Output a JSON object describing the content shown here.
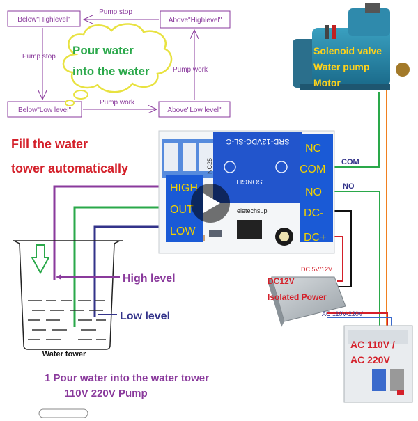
{
  "flow": {
    "below_high": "Below\"Highlevel\"",
    "above_high": "Above\"Highlevel\"",
    "below_low": "Below\"Low level\"",
    "above_low": "Above\"Low level\"",
    "pump_stop_top": "Pump stop",
    "pump_stop_left": "Pump stop",
    "pump_work_right": "Pump work",
    "pump_work_bottom": "Pump work",
    "cloud_line1": "Pour water",
    "cloud_line2": "into the water"
  },
  "heading": {
    "line1": "Fill the water",
    "line2": "tower automatically"
  },
  "module": {
    "relay_text": "SRD-12VDC-SL-C",
    "relay_brand": "SONGLE",
    "brand": "eletechsup",
    "nc25": "NC25",
    "terminals_left": [
      "HIGH",
      "OUT",
      "LOW"
    ],
    "terminals_right": [
      "NC",
      "COM",
      "NO",
      "DC-",
      "DC+"
    ]
  },
  "wires": {
    "com": "COM",
    "no": "NO"
  },
  "pump": {
    "line1": "Solenoid valve",
    "line2": "Water pump",
    "line3": "Motor"
  },
  "power": {
    "dc_range": "DC 5V/12V",
    "line1": "DC12V",
    "line2": "Isolated Power",
    "ac_input": "AC 110V-220V"
  },
  "breaker": {
    "line1": "AC 110V /",
    "line2": "AC 220V"
  },
  "tower": {
    "high": "High level",
    "low": "Low level",
    "label": "Water tower"
  },
  "caption": {
    "line1": "1 Pour water into the water tower",
    "line2": "110V 220V Pump"
  },
  "colors": {
    "purple": "#8a3a9c",
    "green": "#2aa84a",
    "navy": "#33338a",
    "red": "#d4202a",
    "orange": "#f08020",
    "relay_blue": "#2255cc",
    "terminal_blue": "#1a5ad6",
    "pcb_blue": "#3a78d8"
  }
}
